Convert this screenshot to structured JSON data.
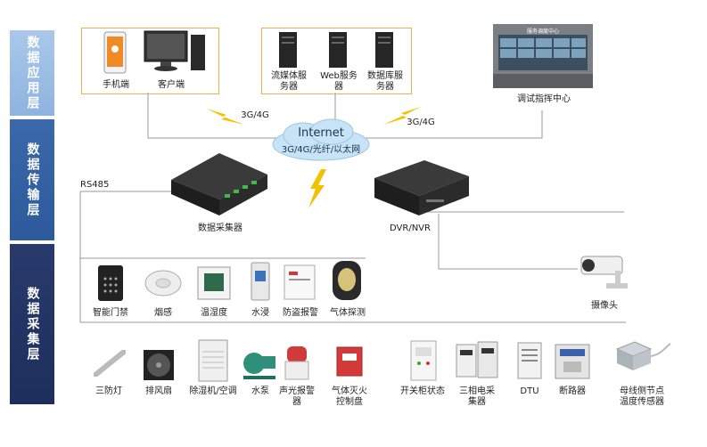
{
  "layers": {
    "application": "数据应用层",
    "transmission": "数据传输层",
    "collection": "数据采集层"
  },
  "app": {
    "mobile": "手机端",
    "client": "客户端",
    "stream_server_l1": "流媒体服",
    "stream_server_l2": "务器",
    "web_server_l1": "Web服务",
    "web_server_l2": "器",
    "db_server_l1": "数据库服",
    "db_server_l2": "务器",
    "command_center": "调试指挥中心",
    "screen_title": "服务调度中心"
  },
  "network": {
    "cloud_title": "Internet",
    "cloud_sub": "3G/4G/光纤/以太网",
    "link_left": "3G/4G",
    "link_right": "3G/4G",
    "rs485": "RS485",
    "collector": "数据采集器",
    "dvr": "DVR/NVR",
    "camera": "摄像头"
  },
  "sensors_row1": [
    "智能门禁",
    "烟感",
    "温湿度",
    "水浸",
    "防盗报警",
    "气体探测"
  ],
  "devices_row2": {
    "lamp": "三防灯",
    "fan": "排风扇",
    "dehumid": "除湿机/空调",
    "pump": "水泵",
    "alarm_l1": "声光报警",
    "alarm_l2": "器",
    "gas_ext_l1": "气体灭火",
    "gas_ext_l2": "控制盘",
    "switchgear": "开关柜状态",
    "meter_l1": "三相电采",
    "meter_l2": "集器",
    "dtu": "DTU",
    "breaker": "断路器",
    "busbar_l1": "母线侧节点",
    "busbar_l2": "温度传感器"
  },
  "colors": {
    "layer_app": "#9bbce4",
    "layer_trans": "#3262a2",
    "layer_collect": "#22325f",
    "box_border": "#e8b058",
    "line": "#9a9a9a",
    "bolt": "#f2c200"
  }
}
